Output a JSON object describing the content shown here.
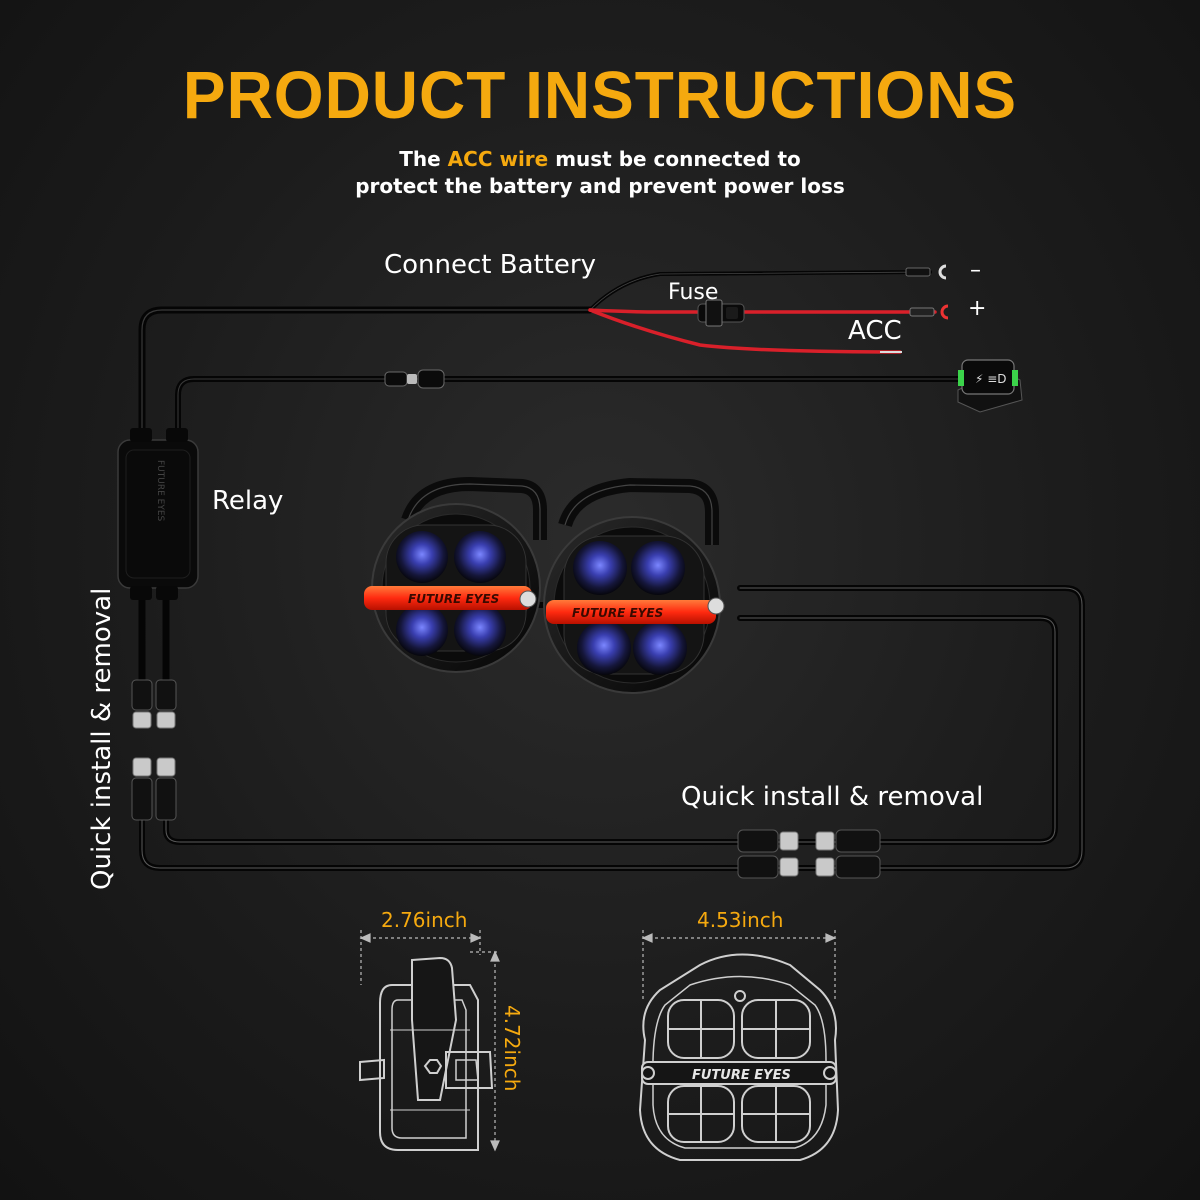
{
  "header": {
    "title": "PRODUCT INSTRUCTIONS",
    "subtitle_pre": "The ",
    "subtitle_highlight": "ACC wire",
    "subtitle_post": " must be connected to",
    "subtitle_line2": "protect the battery and prevent power loss"
  },
  "labels": {
    "connect_battery": "Connect Battery",
    "fuse": "Fuse",
    "acc": "ACC",
    "negative": "–",
    "positive": "+",
    "relay": "Relay",
    "quick_install_vertical": "Quick install & removal",
    "quick_install_horizontal": "Quick install & removal",
    "brand_left": "FUTURE EYES",
    "brand_right": "FUTURE EYES",
    "brand_drawing": "FUTURE EYES",
    "relay_brand": "FUTURE EYES"
  },
  "dimensions": {
    "side_width": "2.76inch",
    "side_height": "4.72inch",
    "front_width": "4.53inch"
  },
  "colors": {
    "accent": "#f5a90f",
    "wire_black": "#0a0a0a",
    "wire_red": "#d9202a",
    "drl_red": "#ff3a1a",
    "switch_green": "#3bd34a"
  }
}
